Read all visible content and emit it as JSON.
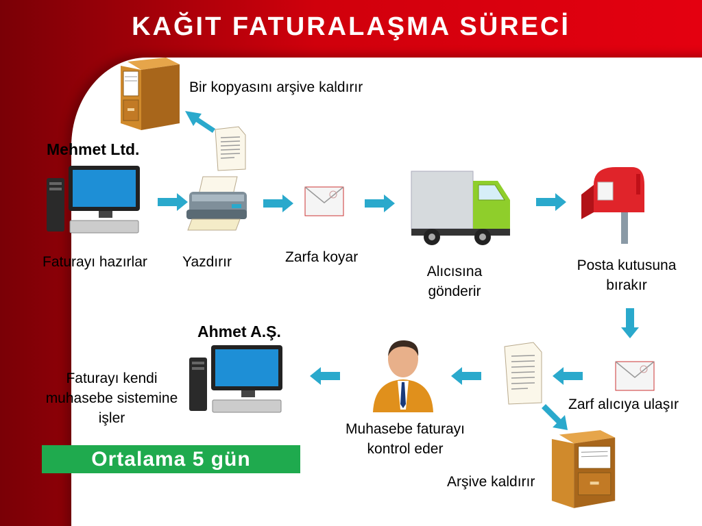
{
  "title": "KAĞIT FATURALAŞMA SÜRECİ",
  "companies": {
    "sender": "Mehmet Ltd.",
    "receiver": "Ahmet A.Ş."
  },
  "steps": {
    "archive_copy": "Bir kopyasını arşive kaldırır",
    "prepare": "Faturayı hazırlar",
    "print": "Yazdırır",
    "envelope": "Zarfa koyar",
    "send_line1": "Alıcısına",
    "send_line2": "gönderir",
    "mailbox_line1": "Posta kutusuna",
    "mailbox_line2": "bırakır",
    "arrives": "Zarf alıcıya ulaşır",
    "archive": "Arşive kaldırır",
    "accounting_line1": "Muhasebe faturayı",
    "accounting_line2": "kontrol eder",
    "record_line1": "Faturayı kendi",
    "record_line2": "muhasebe sistemine",
    "record_line3": "işler"
  },
  "duration_badge": "Ortalama 5 gün",
  "colors": {
    "title_band": "#d0000c",
    "arrow": "#2aa9cc",
    "badge": "#1faa4e"
  },
  "icons": [
    "filing-cabinet-icon",
    "document-icon",
    "computer-icon",
    "printer-icon",
    "envelope-icon",
    "truck-icon",
    "mailbox-icon",
    "person-icon"
  ]
}
